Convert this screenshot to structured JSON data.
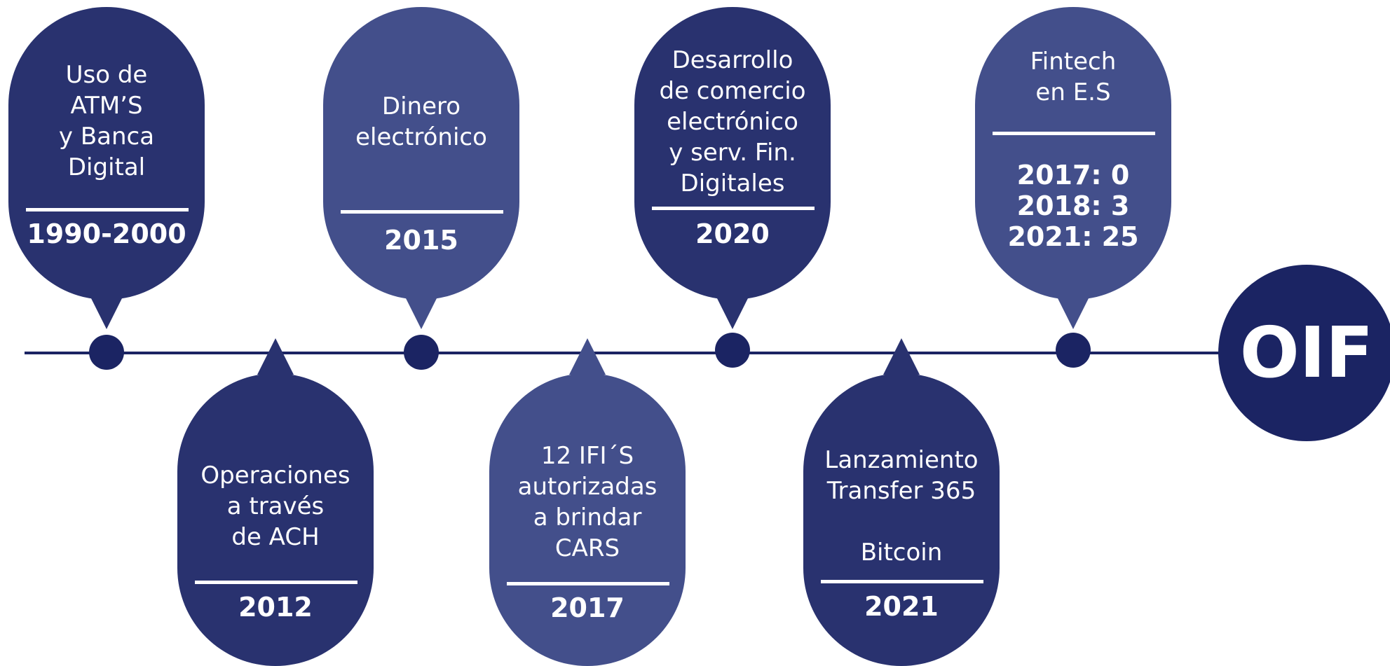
{
  "colors": {
    "line": "#1b2463",
    "dark_bubble": "#29326f",
    "light_bubble": "#434f8b",
    "text": "#ffffff"
  },
  "milestones": [
    {
      "text": "Uso de\nATM’S\ny Banca\nDigital",
      "year": "1990-2000"
    },
    {
      "text": "Operaciones\na través\nde ACH",
      "year": "2012"
    },
    {
      "text": "Dinero\nelectrónico",
      "year": "2015"
    },
    {
      "text": "12 IFI´S\nautorizadas\na brindar\nCARS",
      "year": "2017"
    },
    {
      "text": "Desarrollo\nde comercio\nelectrónico\ny serv. Fin.\nDigitales",
      "year": "2020"
    },
    {
      "text": "Lanzamiento\nTransfer 365\n\nBitcoin",
      "year": "2021"
    },
    {
      "text": "Fintech\nen E.S",
      "year": "2017: 0\n2018: 3\n2021: 25"
    }
  ],
  "end_label": "OIF"
}
